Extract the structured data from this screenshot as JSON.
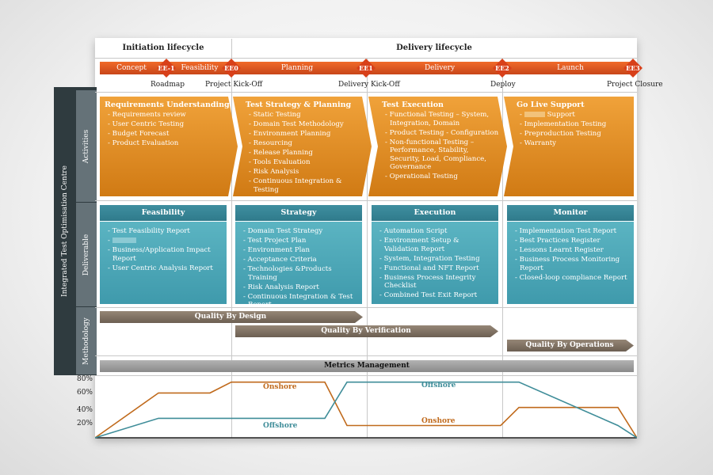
{
  "lifecycles": {
    "initiation": "Initiation lifecycle",
    "delivery": "Delivery lifecycle"
  },
  "phases": [
    "Concept",
    "Feasibility",
    "Planning",
    "Delivery",
    "Launch"
  ],
  "gates": [
    "EE-1",
    "EE0",
    "EE1",
    "EE2",
    "EE3"
  ],
  "milestones": [
    "Roadmap",
    "Project Kick-Off",
    "Delivery Kick-Off",
    "Deploy",
    "Project Closure"
  ],
  "sidebar": {
    "title": "Integrated Test Optimisation Centre",
    "rows": [
      "Activities",
      "Deliverable",
      "Methodology"
    ]
  },
  "activities": [
    {
      "title": "Requirements Understanding",
      "items": [
        "Requirements review",
        "User Centric Testing",
        "Budget Forecast",
        "Product Evaluation"
      ]
    },
    {
      "title": "Test Strategy & Planning",
      "items": [
        "Static Testing",
        "Domain Test Methodology",
        "Environment Planning",
        "Resourcing",
        "Release Planning",
        "Tools Evaluation",
        "Risk Analysis",
        "Continuous Integration & Testing"
      ]
    },
    {
      "title": "Test Execution",
      "items": [
        "Functional Testing – System, Integration, Domain",
        "Product Testing - Configuration",
        "Non-functional Testing – Performance, Stability, Security, Load, Compliance, Governance",
        "Operational Testing"
      ]
    },
    {
      "title": "Go Live Support",
      "items": [
        "Support",
        "Implementation Testing",
        "Preproduction Testing",
        "Warranty"
      ]
    }
  ],
  "deliverables": [
    {
      "title": "Feasibility",
      "items": [
        "Test Feasibility Report",
        "",
        "Business/Application Impact Report",
        "User Centric Analysis Report"
      ]
    },
    {
      "title": "Strategy",
      "items": [
        "Domain Test Strategy",
        "Test Project Plan",
        "Environment Plan",
        "Acceptance Criteria",
        "Technologies &Products Training",
        "Risk Analysis Report",
        "Continuous Integration & Test Report"
      ]
    },
    {
      "title": "Execution",
      "items": [
        "Automation Script",
        "Environment Setup & Validation Report",
        "System, Integration Testing",
        "Functional and NFT Report",
        "Business Process Integrity Checklist",
        "Combined Test Exit Report"
      ]
    },
    {
      "title": "Monitor",
      "items": [
        "Implementation Test Report",
        "Best Practices Register",
        "Lessons Learnt Register",
        "Business Process Monitoring Report",
        "Closed-loop compliance Report"
      ]
    }
  ],
  "methodology": [
    "Quality By Design",
    "Quality By Verification",
    "Quality By Operations"
  ],
  "metrics": "Metrics Management",
  "colors": {
    "orange": "#e0891e",
    "teal": "#4aa6b5",
    "red": "#e0501e",
    "arrow": "#7d6e5e",
    "onshore": "#c06a1c",
    "offshore": "#3f8d99"
  },
  "chart_data": {
    "type": "line",
    "yticks": [
      "80%",
      "60%",
      "40%",
      "20%"
    ],
    "ylim": [
      0,
      80
    ],
    "x": [
      0,
      80,
      145,
      172,
      290,
      318,
      340,
      512,
      535,
      660,
      684
    ],
    "series": [
      {
        "name": "Onshore",
        "values": [
          0,
          62,
          62,
          77,
          77,
          17,
          17,
          17,
          42,
          42,
          0
        ]
      },
      {
        "name": "Offshore",
        "values": [
          0,
          27,
          27,
          27,
          27,
          77,
          77,
          77,
          77,
          17,
          0
        ]
      }
    ]
  }
}
